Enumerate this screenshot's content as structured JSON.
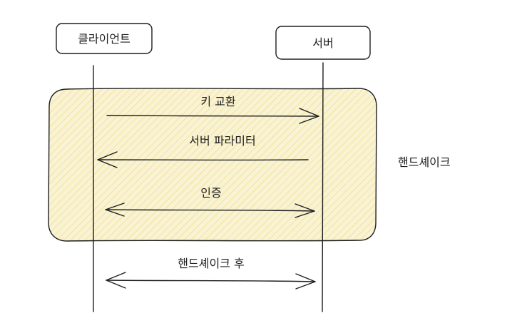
{
  "participants": {
    "client": "클라이언트",
    "server": "서버"
  },
  "messages": {
    "key_exchange": "키 교환",
    "server_parameters": "서버 파라미터",
    "authentication": "인증",
    "after_handshake": "핸드셰이크 후"
  },
  "phase": {
    "label": "핸드셰이크",
    "fill_color": "#f7efc2",
    "hatch_color": "#ebd879"
  }
}
